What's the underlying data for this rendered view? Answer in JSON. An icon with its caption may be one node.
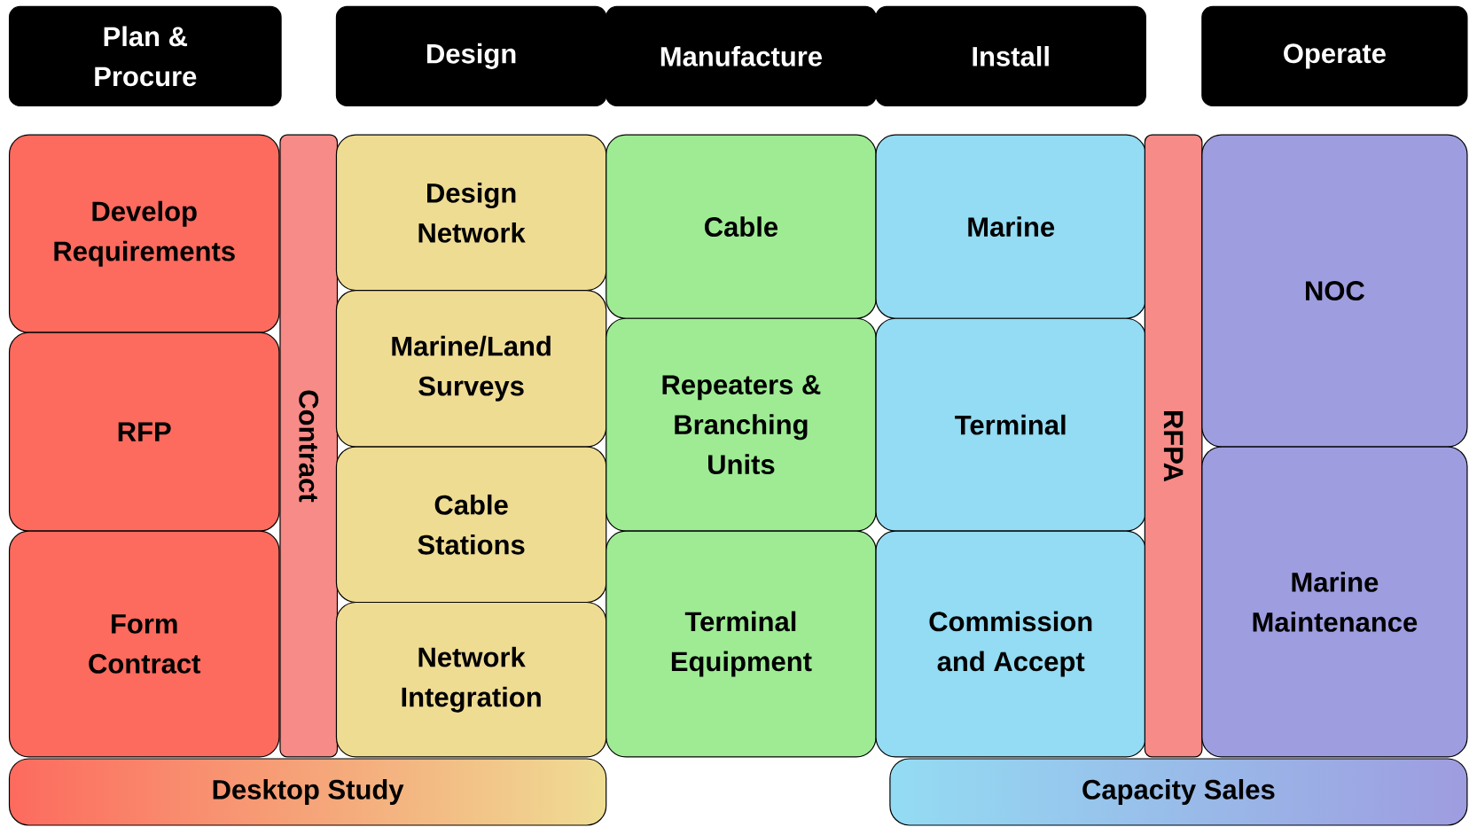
{
  "diagram": {
    "nodes": [
      {
        "text": [
          "Plan & Procure"
        ]
      },
      {
        "text": [
          "Design"
        ]
      },
      {
        "text": [
          "Manufacture"
        ]
      },
      {
        "text": [
          "Install"
        ]
      },
      {
        "text": [
          "Operate"
        ]
      },
      {
        "text": [
          "Develop Requirements"
        ]
      },
      {
        "text": [
          "RFP"
        ]
      },
      {
        "text": [
          "Form Contract"
        ]
      },
      {
        "text": [
          "Contract"
        ]
      },
      {
        "text": [
          "Design Network"
        ]
      },
      {
        "text": [
          "Marine/Land Surveys"
        ]
      },
      {
        "text": [
          "Cable Stations"
        ]
      },
      {
        "text": [
          "Network Integration"
        ]
      },
      {
        "text": [
          "Cable"
        ]
      },
      {
        "text": [
          "Repeaters & Branching Units"
        ]
      },
      {
        "text": [
          "Terminal Equipment"
        ]
      },
      {
        "text": [
          "Marine"
        ]
      },
      {
        "text": [
          "Terminal"
        ]
      },
      {
        "text": [
          "Commission and Accept"
        ]
      },
      {
        "text": [
          "RFPA"
        ]
      },
      {
        "text": [
          "NOC"
        ]
      },
      {
        "text": [
          "Marine Maintenance"
        ]
      },
      {
        "text": [
          "Desktop Study"
        ]
      },
      {
        "text": [
          "Capacity Sales"
        ]
      }
    ]
  }
}
